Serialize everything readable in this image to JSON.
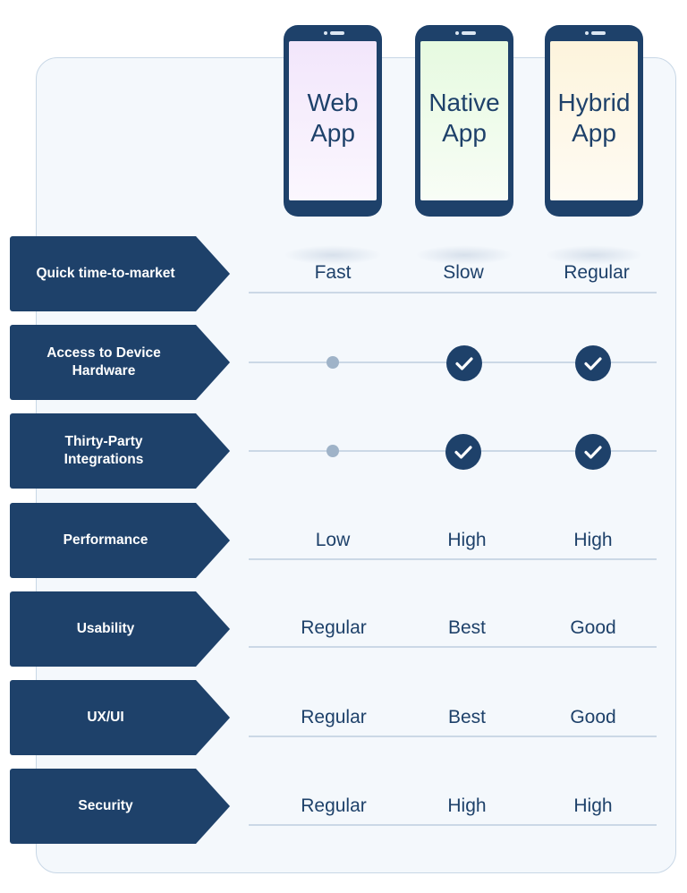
{
  "apps": [
    {
      "line1": "Web",
      "line2": "App",
      "screen_color": "#f2e6fb"
    },
    {
      "line1": "Native",
      "line2": "App",
      "screen_color": "#e6fae0"
    },
    {
      "line1": "Hybrid",
      "line2": "App",
      "screen_color": "#fdf4dc"
    }
  ],
  "rows": [
    {
      "label": "Quick time-to-market",
      "values": [
        "Fast",
        "Slow",
        "Regular"
      ]
    },
    {
      "label": "Access to Device Hardware",
      "values": [
        "dot",
        "check",
        "check"
      ]
    },
    {
      "label": "Thirty-Party Integrations",
      "values": [
        "dot",
        "check",
        "check"
      ]
    },
    {
      "label": "Performance",
      "values": [
        "Low",
        "High",
        "High"
      ]
    },
    {
      "label": "Usability",
      "values": [
        "Regular",
        "Best",
        "Good"
      ]
    },
    {
      "label": "UX/UI",
      "values": [
        "Regular",
        "Best",
        "Good"
      ]
    },
    {
      "label": "Security",
      "values": [
        "Regular",
        "High",
        "High"
      ]
    }
  ],
  "colors": {
    "primary": "#1e416a",
    "panel_bg": "#f4f8fc",
    "dot": "#9fb3c8",
    "line": "#cbd8e6"
  }
}
